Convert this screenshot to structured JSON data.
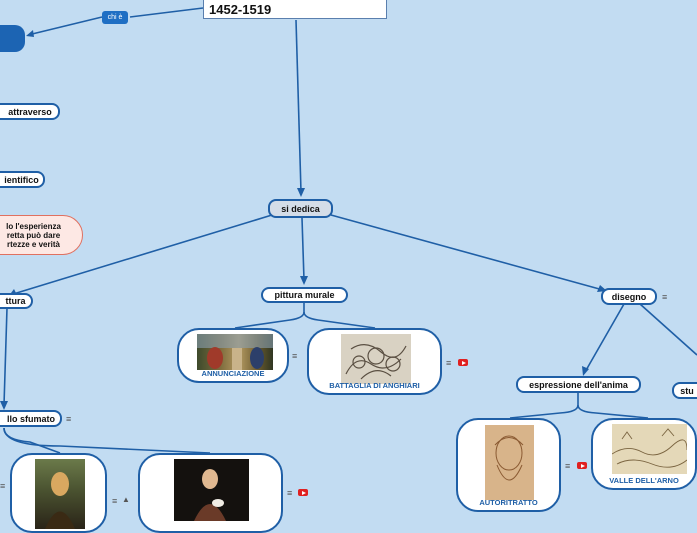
{
  "title": {
    "years": "1452-1519"
  },
  "link_label": "chi è",
  "nodes": {
    "si_dedica": "si dedica",
    "attraverso": "attraverso",
    "scientifico": "ientifico",
    "esperienza": "lo l'esperienza\nretta può dare\nrtezze e verità",
    "pittura": "ttura",
    "pittura_murale": "pittura murale",
    "disegno": "disegno",
    "sfumato": "llo sfumato",
    "espressione": "espressione dell'anima",
    "studi": "stu"
  },
  "images": {
    "annunciazione": "ANNUNCIAZIONE",
    "battaglia": "BATTAGLIA DI ANGHIARI",
    "autoritratto": "AUTORITRATTO",
    "valle": "VALLE DELL'ARNO"
  },
  "icons": {
    "note": "note-icon",
    "video": "video-icon",
    "warning": "warning-icon"
  },
  "colors": {
    "background": "#c2dcf2",
    "line": "#1f5fa6",
    "node_border": "#1f5fa6",
    "pink_border": "#e07060",
    "video_red": "#e02020"
  }
}
